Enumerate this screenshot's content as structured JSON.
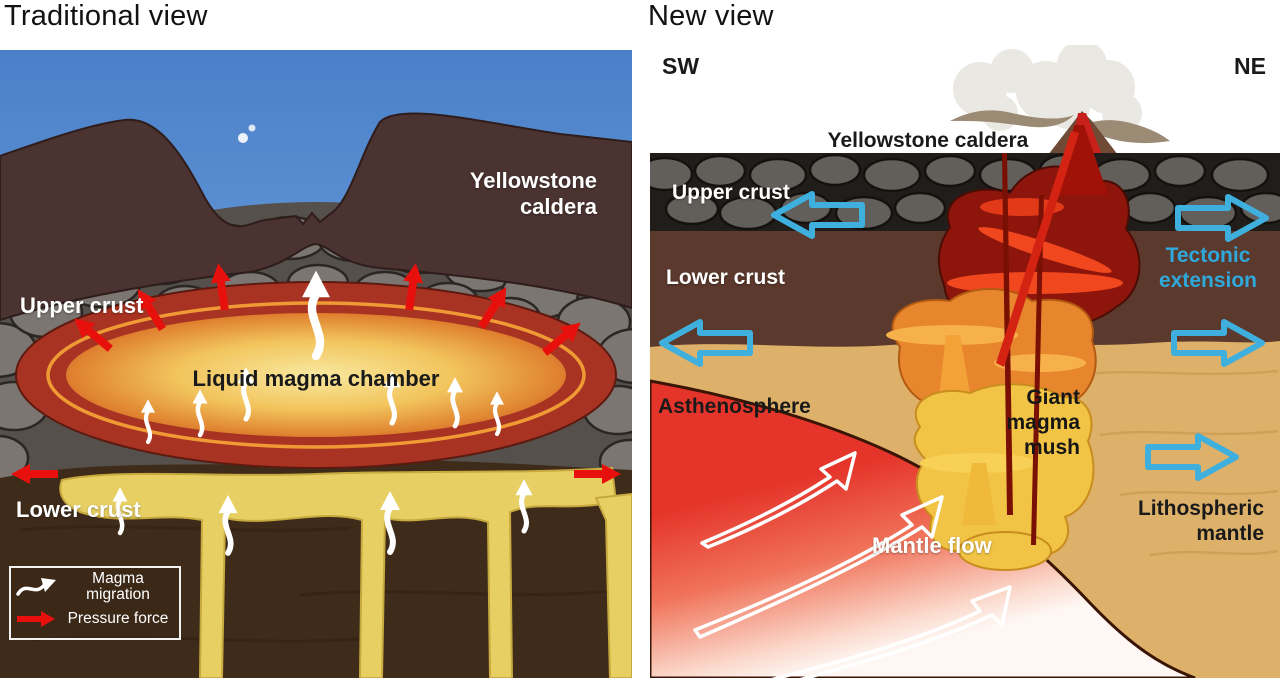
{
  "panels": {
    "left": {
      "title": "Traditional view",
      "labels": {
        "caldera": "Yellowstone caldera",
        "upper_crust": "Upper crust",
        "chamber": "Liquid magma chamber",
        "lower_crust": "Lower crust"
      },
      "legend": {
        "magma_migration": "Magma migration",
        "pressure_force": "Pressure force"
      }
    },
    "right": {
      "title": "New view",
      "compass": {
        "sw": "SW",
        "ne": "NE"
      },
      "labels": {
        "caldera": "Yellowstone caldera",
        "upper_crust": "Upper crust",
        "lower_crust": "Lower crust",
        "tectonic_extension": "Tectonic extension",
        "asthenosphere": "Asthenosphere",
        "magma_mush": "Giant magma mush",
        "mantle_flow": "Mantle flow",
        "lithospheric_mantle": "Lithospheric mantle"
      }
    }
  },
  "colors": {
    "sky_blue": "#4a80c8",
    "caldera_brown": "#4a3330",
    "crust_gray": "#7b7672",
    "magma_rim_red": "#a93322",
    "magma_core_yellow": "#f8e9a0",
    "dike_yellow": "#e7cf63",
    "lower_crust_left": "#3f2b19",
    "lower_crust_right": "#5c392d",
    "mantle_tan": "#ddb169",
    "asthenosphere_red": "#e5342a",
    "pressure_arrow_red": "#e8100c",
    "extension_arrow_blue": "#3fb0de",
    "migration_arrow_white": "#ffffff"
  }
}
